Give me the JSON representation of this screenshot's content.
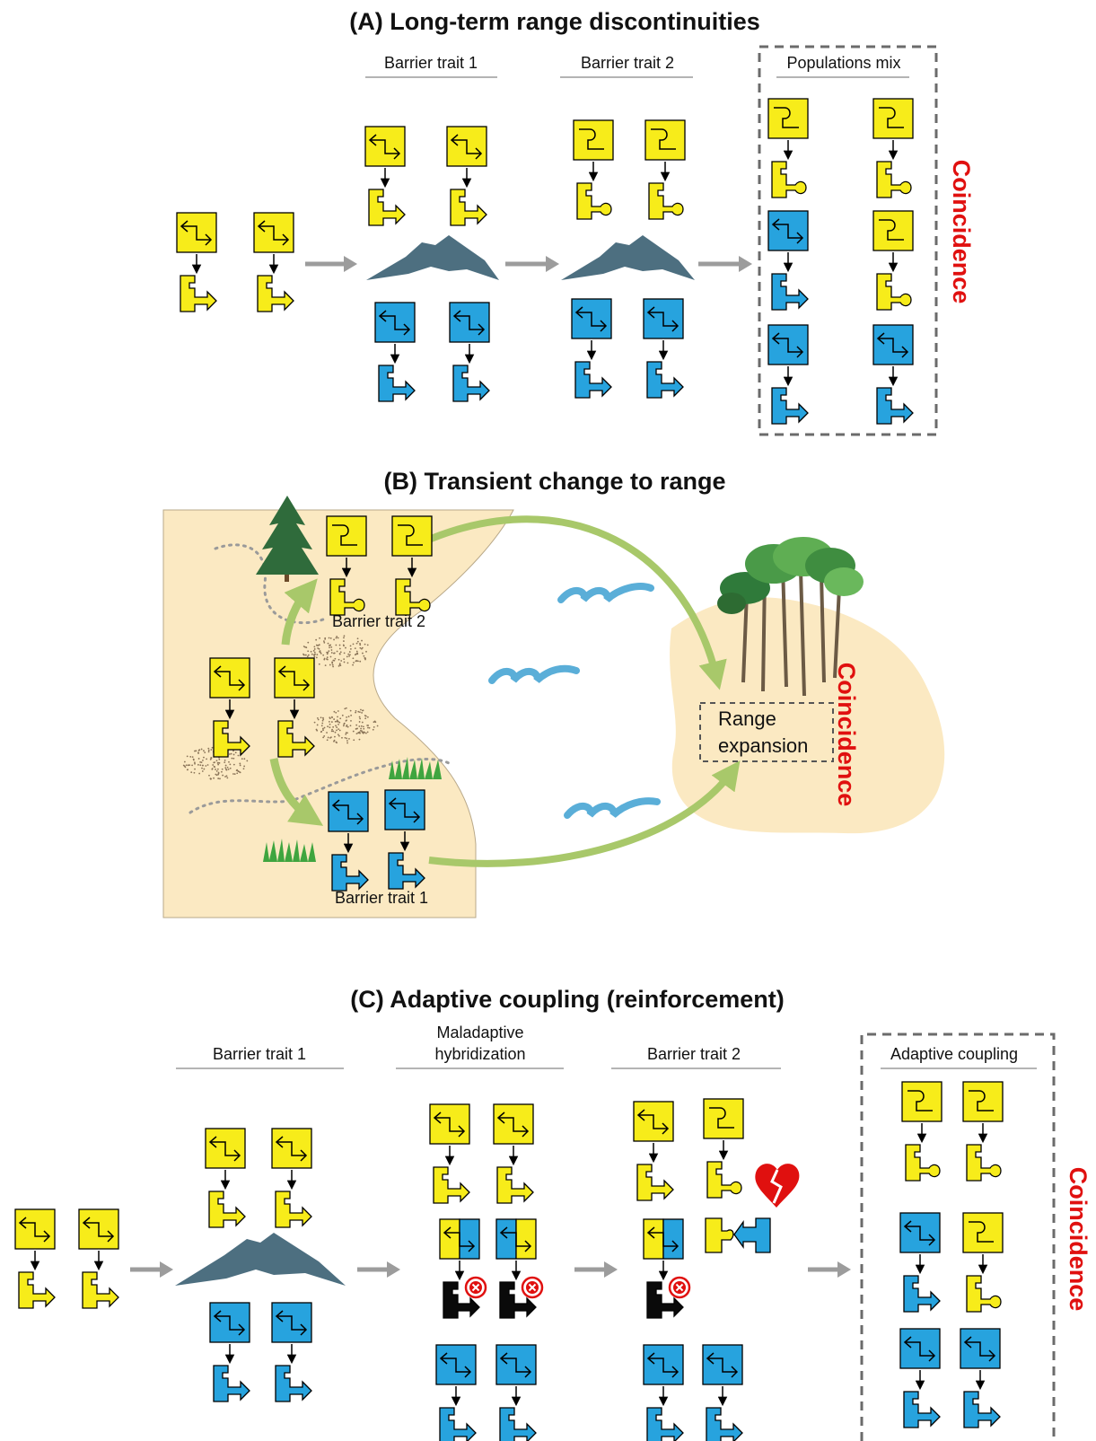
{
  "colors": {
    "yellow": "#f7ec1a",
    "blue": "#27a3de",
    "hybrid_black": "#0a0a0a",
    "coincidence_red": "#e0100f",
    "mountain": "#4d6f80",
    "land": "#fbe9c2",
    "green_arrow": "#a8c86a",
    "water": "#5aaed8",
    "gray_arrow": "#9c9c9c"
  },
  "icons": [
    "gene-pair-icon",
    "mountain-icon",
    "conifer-tree-icon",
    "forest-trees-icon",
    "grass-icon",
    "water-wave-icon",
    "incompatibility-x-icon",
    "broken-heart-icon"
  ],
  "panelA": {
    "title": "(A) Long-term range discontinuities",
    "barrier1": "Barrier trait 1",
    "barrier2": "Barrier trait 2",
    "mix": "Populations mix",
    "coincidence": "Coincidence"
  },
  "panelB": {
    "title": "(B) Transient change to range",
    "barrier2": "Barrier trait 2",
    "barrier1": "Barrier trait 1",
    "range_line1": "Range",
    "range_line2": "expansion",
    "coincidence": "Coincidence"
  },
  "panelC": {
    "title": "(C) Adaptive coupling (reinforcement)",
    "barrier1": "Barrier trait 1",
    "malad_line1": "Maladaptive",
    "malad_line2": "hybridization",
    "barrier2": "Barrier trait 2",
    "adaptive": "Adaptive coupling",
    "coincidence": "Coincidence"
  }
}
